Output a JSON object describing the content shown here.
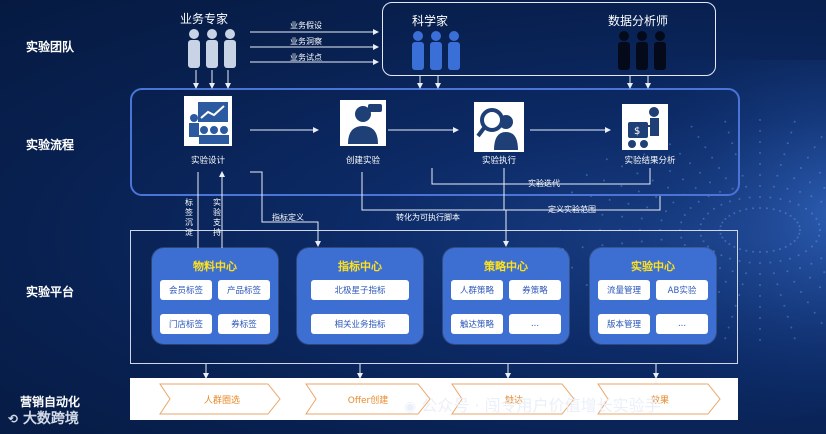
{
  "lanes": {
    "team": "实验团队",
    "process": "实验流程",
    "platform": "实验平台",
    "automation": "营销自动化"
  },
  "roles": {
    "business_expert": "业务专家",
    "scientist": "科学家",
    "analyst": "数据分析师"
  },
  "business_flows": [
    "业务假设",
    "业务洞察",
    "业务试点"
  ],
  "steps": [
    "实验设计",
    "创建实验",
    "实验执行",
    "实验结果分析"
  ],
  "process_labels": {
    "iteration": "实验迭代",
    "define_scope": "定义实验范围",
    "metric_def": "指标定义",
    "to_script": "转化为可执行脚本",
    "tag_deposit": "标签沉淀",
    "exp_support": "实验支持"
  },
  "centers": [
    {
      "title": "物料中心",
      "items": [
        "会员标签",
        "产品标签",
        "门店标签",
        "券标签"
      ]
    },
    {
      "title": "指标中心",
      "items": [
        "北极星子指标",
        "相关业务指标"
      ]
    },
    {
      "title": "策略中心",
      "items": [
        "人群策略",
        "券策略",
        "触达策略",
        "..."
      ]
    },
    {
      "title": "实验中心",
      "items": [
        "流量管理",
        "AB实验",
        "版本管理",
        "..."
      ]
    }
  ],
  "automation_steps": [
    "人群圈选",
    "Offer创建",
    "触达",
    "效果"
  ],
  "watermark": {
    "brand": "大数跨境",
    "wechat": "公众号 · 闯令用户价值增长实验手"
  },
  "colors": {
    "accent_yellow": "#ffe11a",
    "card_blue": "#3d6fd3",
    "chevron_orange": "#e88a2a"
  }
}
